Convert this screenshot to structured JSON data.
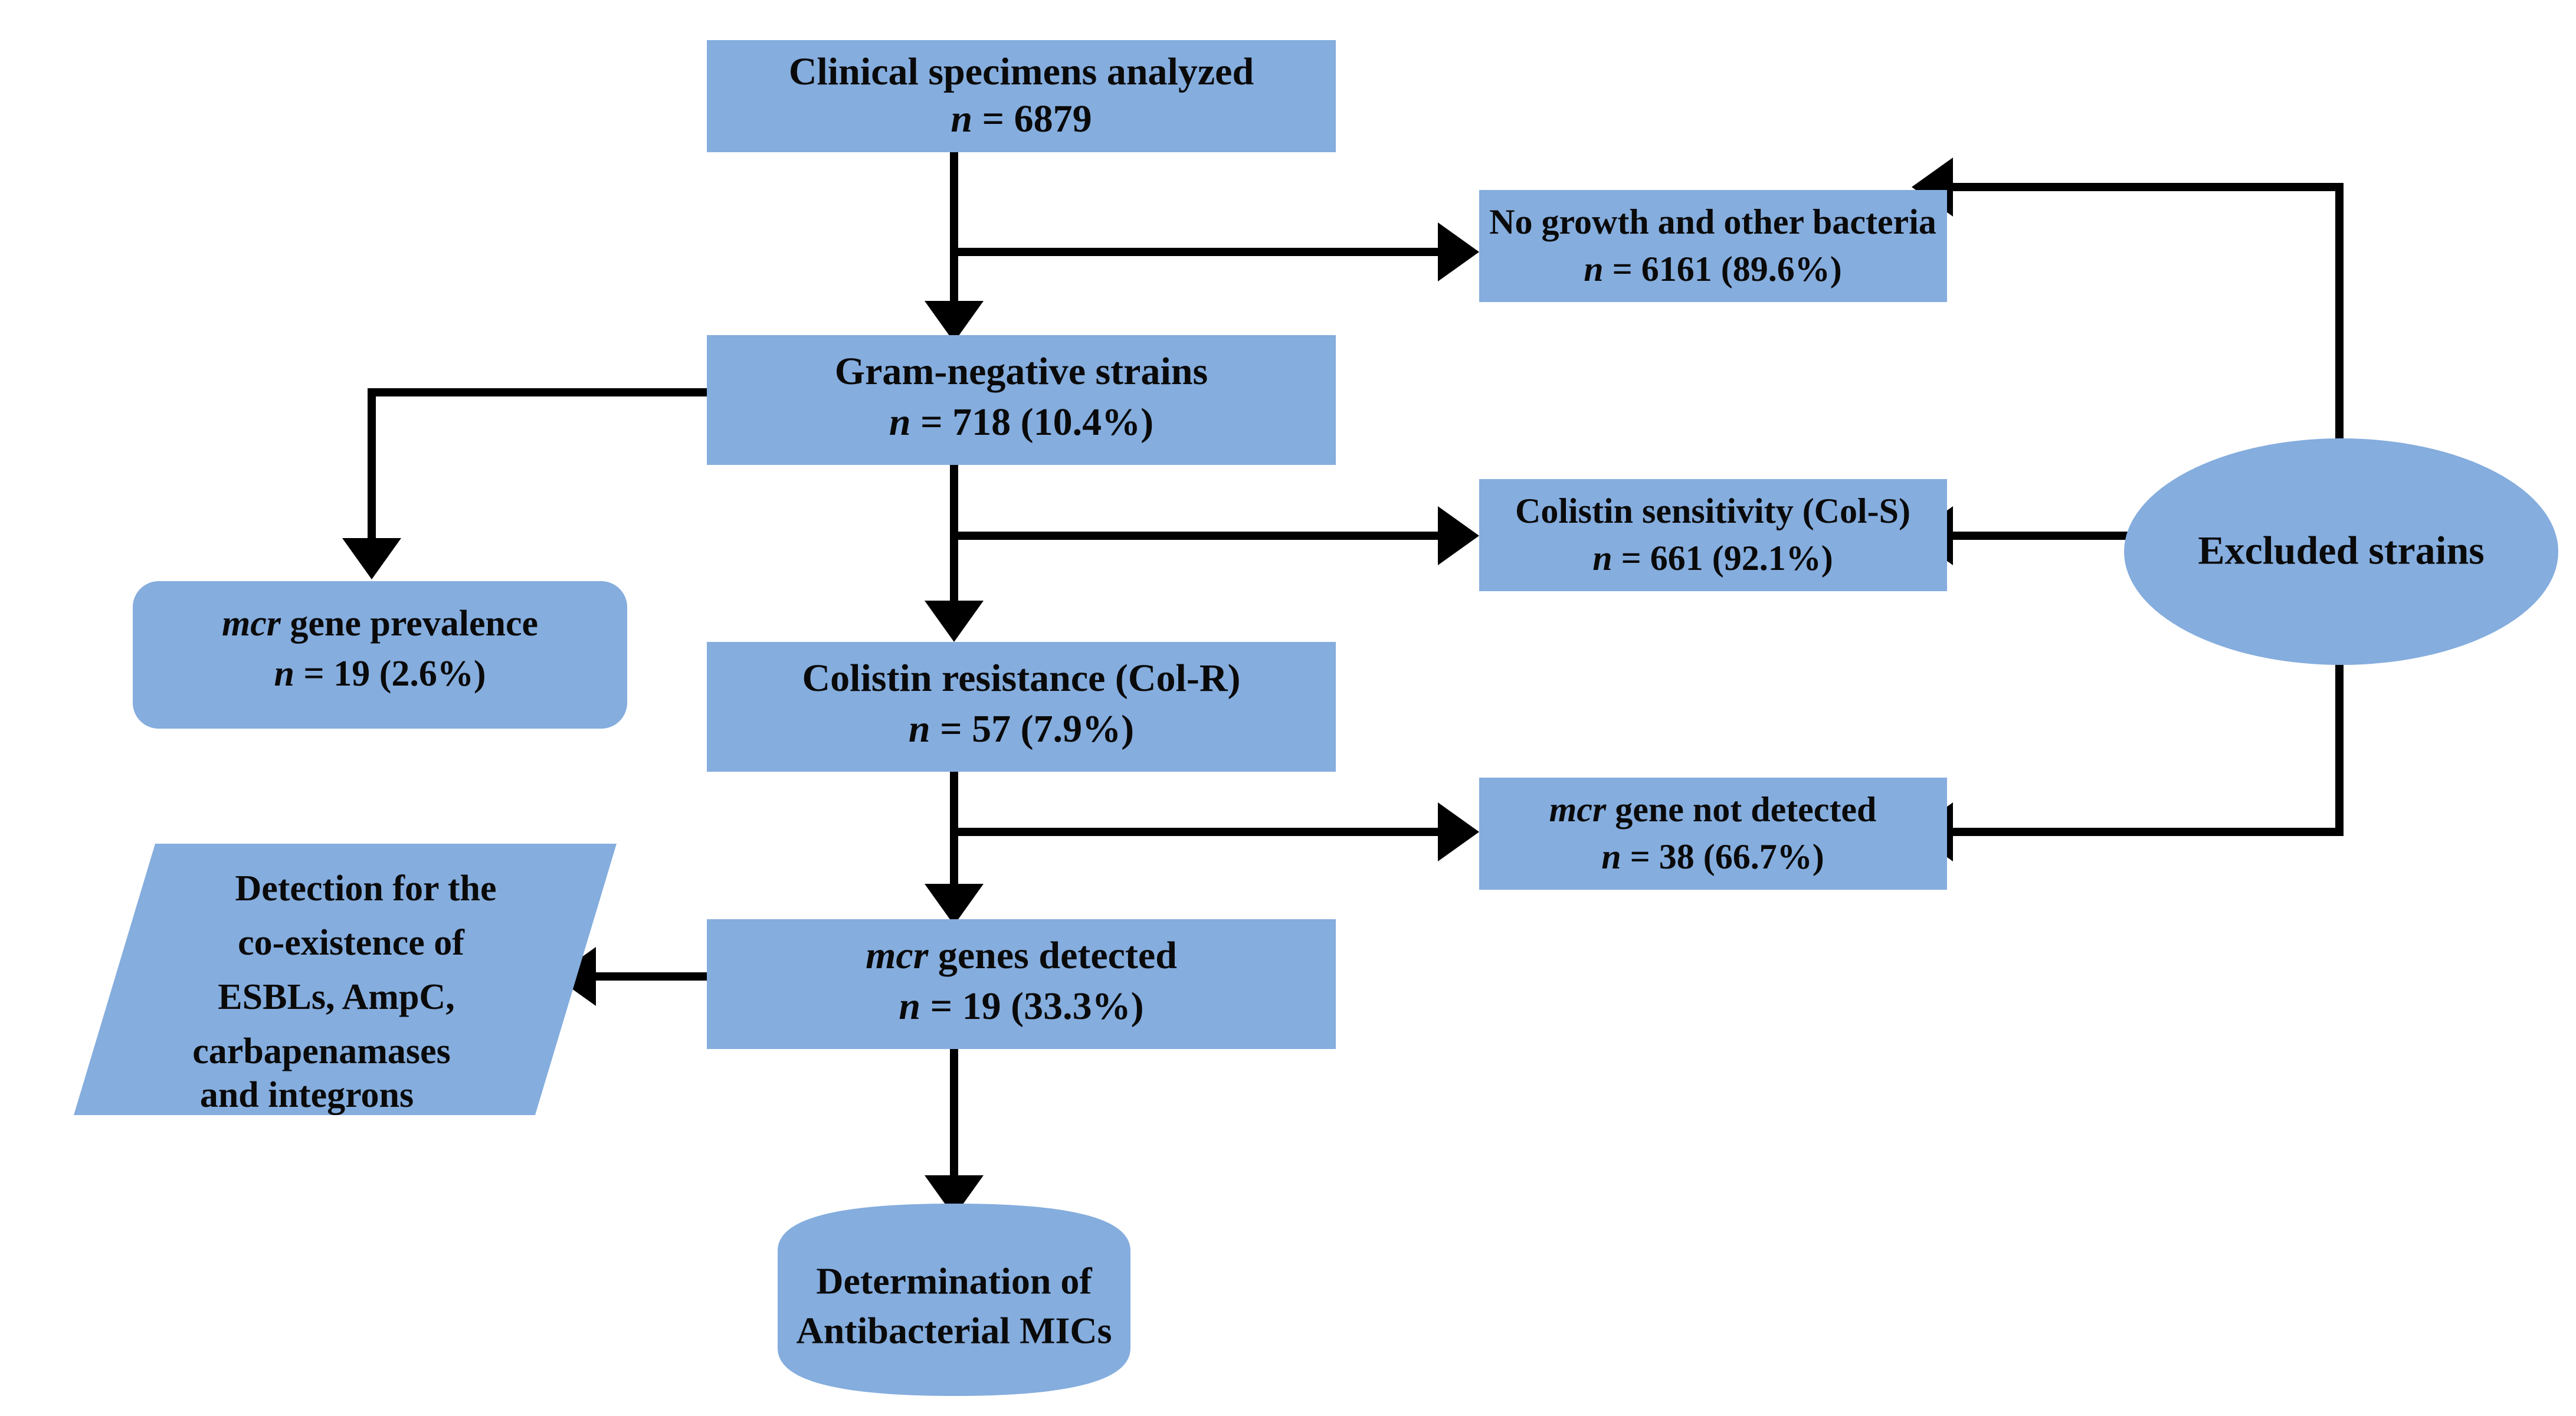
{
  "diagram": {
    "title": "Clinical specimen screening flowchart for mcr gene detection",
    "accent_color": "#85ADDE",
    "line_color": "#000000",
    "text_color": "#0A0A0A",
    "background_color": "#FFFFFF"
  },
  "nodes": {
    "clinical_specimens": {
      "line1": "Clinical specimens analyzed",
      "line2_italic": "n",
      "line2_rest": " = 6879",
      "shape": "rectangle"
    },
    "no_growth": {
      "line1": "No growth and other bacteria",
      "line2_italic": "n",
      "line2_rest": " = 6161 (89.6%)",
      "shape": "rectangle"
    },
    "gram_negative": {
      "line1": "Gram-negative strains",
      "line2_italic": "n",
      "line2_rest": " = 718 (10.4%)",
      "shape": "rectangle"
    },
    "colistin_sensitivity": {
      "line1": "Colistin sensitivity (Col-S)",
      "line2_italic": "n",
      "line2_rest": " = 661 (92.1%)",
      "shape": "rectangle"
    },
    "mcr_prevalence": {
      "line1_italic": "mcr",
      "line1_rest": " gene prevalence",
      "line2_italic": "n",
      "line2_rest": " = 19 (2.6%)",
      "shape": "rounded-rectangle"
    },
    "colistin_resistance": {
      "line1": "Colistin resistance (Col-R)",
      "line2_italic": "n",
      "line2_rest": " = 57 (7.9%)",
      "shape": "rectangle"
    },
    "excluded_strains": {
      "line1": "Excluded strains",
      "shape": "ellipse"
    },
    "mcr_not_detected": {
      "line1_italic": "mcr",
      "line1_rest": " gene not detected",
      "line2_italic": "n",
      "line2_rest": " = 38 (66.7%)",
      "shape": "rectangle"
    },
    "mcr_detected": {
      "line1_italic": "mcr",
      "line1_rest": " genes detected",
      "line2_italic": "n",
      "line2_rest": " = 19 (33.3%)",
      "shape": "rectangle"
    },
    "co_existence_detection": {
      "lines": [
        "Detection for the",
        "co-existence of",
        "ESBLs, AmpC,",
        "carbapenamases",
        "and integrons"
      ],
      "shape": "parallelogram"
    },
    "mic_determination": {
      "lines": [
        "Determination of",
        "Antibacterial MICs"
      ],
      "shape": "cylinder"
    }
  },
  "edges": [
    {
      "from": "clinical_specimens",
      "to": "gram_negative",
      "kind": "down-arrow"
    },
    {
      "from": "clinical_specimens",
      "to": "no_growth",
      "kind": "branch-right-arrow"
    },
    {
      "from": "gram_negative",
      "to": "mcr_prevalence",
      "kind": "branch-left-down-arrow"
    },
    {
      "from": "gram_negative",
      "to": "colistin_sensitivity",
      "kind": "branch-right-arrow"
    },
    {
      "from": "gram_negative",
      "to": "colistin_resistance",
      "kind": "down-arrow"
    },
    {
      "from": "colistin_resistance",
      "to": "mcr_not_detected",
      "kind": "branch-right-arrow"
    },
    {
      "from": "colistin_resistance",
      "to": "mcr_detected",
      "kind": "down-arrow"
    },
    {
      "from": "mcr_detected",
      "to": "co_existence_detection",
      "kind": "left-arrow"
    },
    {
      "from": "mcr_detected",
      "to": "mic_determination",
      "kind": "down-arrow"
    },
    {
      "from": "excluded_strains",
      "to": "no_growth",
      "kind": "up-left-arrow"
    },
    {
      "from": "excluded_strains",
      "to": "colistin_sensitivity",
      "kind": "left-arrow"
    },
    {
      "from": "excluded_strains",
      "to": "mcr_not_detected",
      "kind": "down-left-arrow"
    }
  ]
}
